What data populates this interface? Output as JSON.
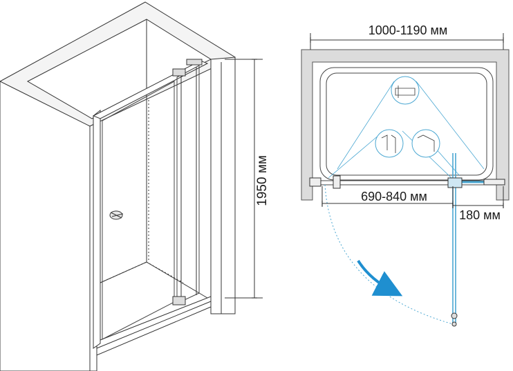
{
  "dimensions": {
    "total_width": "1000-1190 мм",
    "height": "1950 мм",
    "door_opening": "690-840 мм",
    "side_depth": "180 мм"
  },
  "colors": {
    "line": "#333333",
    "glass_blue": "#4aa7d2",
    "arrow_blue": "#1f8fd0",
    "wall_gray": "#d9d9d9"
  },
  "icons": {
    "swing_arrow": "curved-arrow-icon",
    "handle": "door-handle-icon"
  }
}
